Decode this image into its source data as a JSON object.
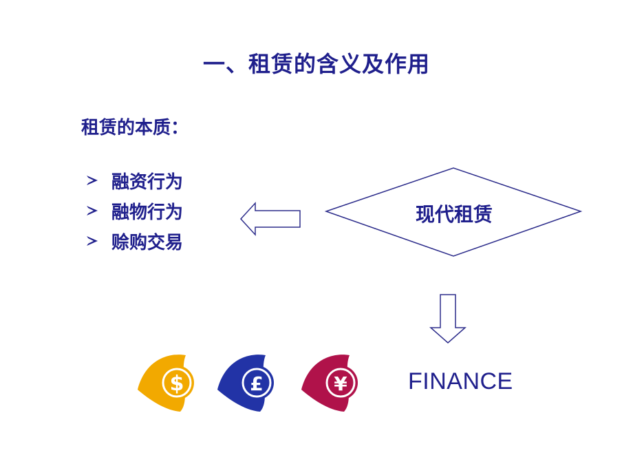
{
  "title": "一、租赁的含义及作用",
  "subtitle": "租赁的本质：",
  "bullets": [
    {
      "label": "融资行为",
      "icon": "arrow-bullet-icon"
    },
    {
      "label": "融物行为",
      "icon": "arrow-bullet-icon"
    },
    {
      "label": "赊购交易",
      "icon": "arrow-bullet-icon"
    }
  ],
  "diamond_label": "现代租赁",
  "finance_label": "FINANCE",
  "currency_icons": [
    {
      "name": "dollar-icon",
      "symbol": "$",
      "color": "#f2a900"
    },
    {
      "name": "pound-icon",
      "symbol": "£",
      "color": "#2233a6"
    },
    {
      "name": "yen-icon",
      "symbol": "¥",
      "color": "#b0124a"
    }
  ],
  "colors": {
    "text": "#1f1f8c",
    "outline": "#2b2b8a"
  }
}
